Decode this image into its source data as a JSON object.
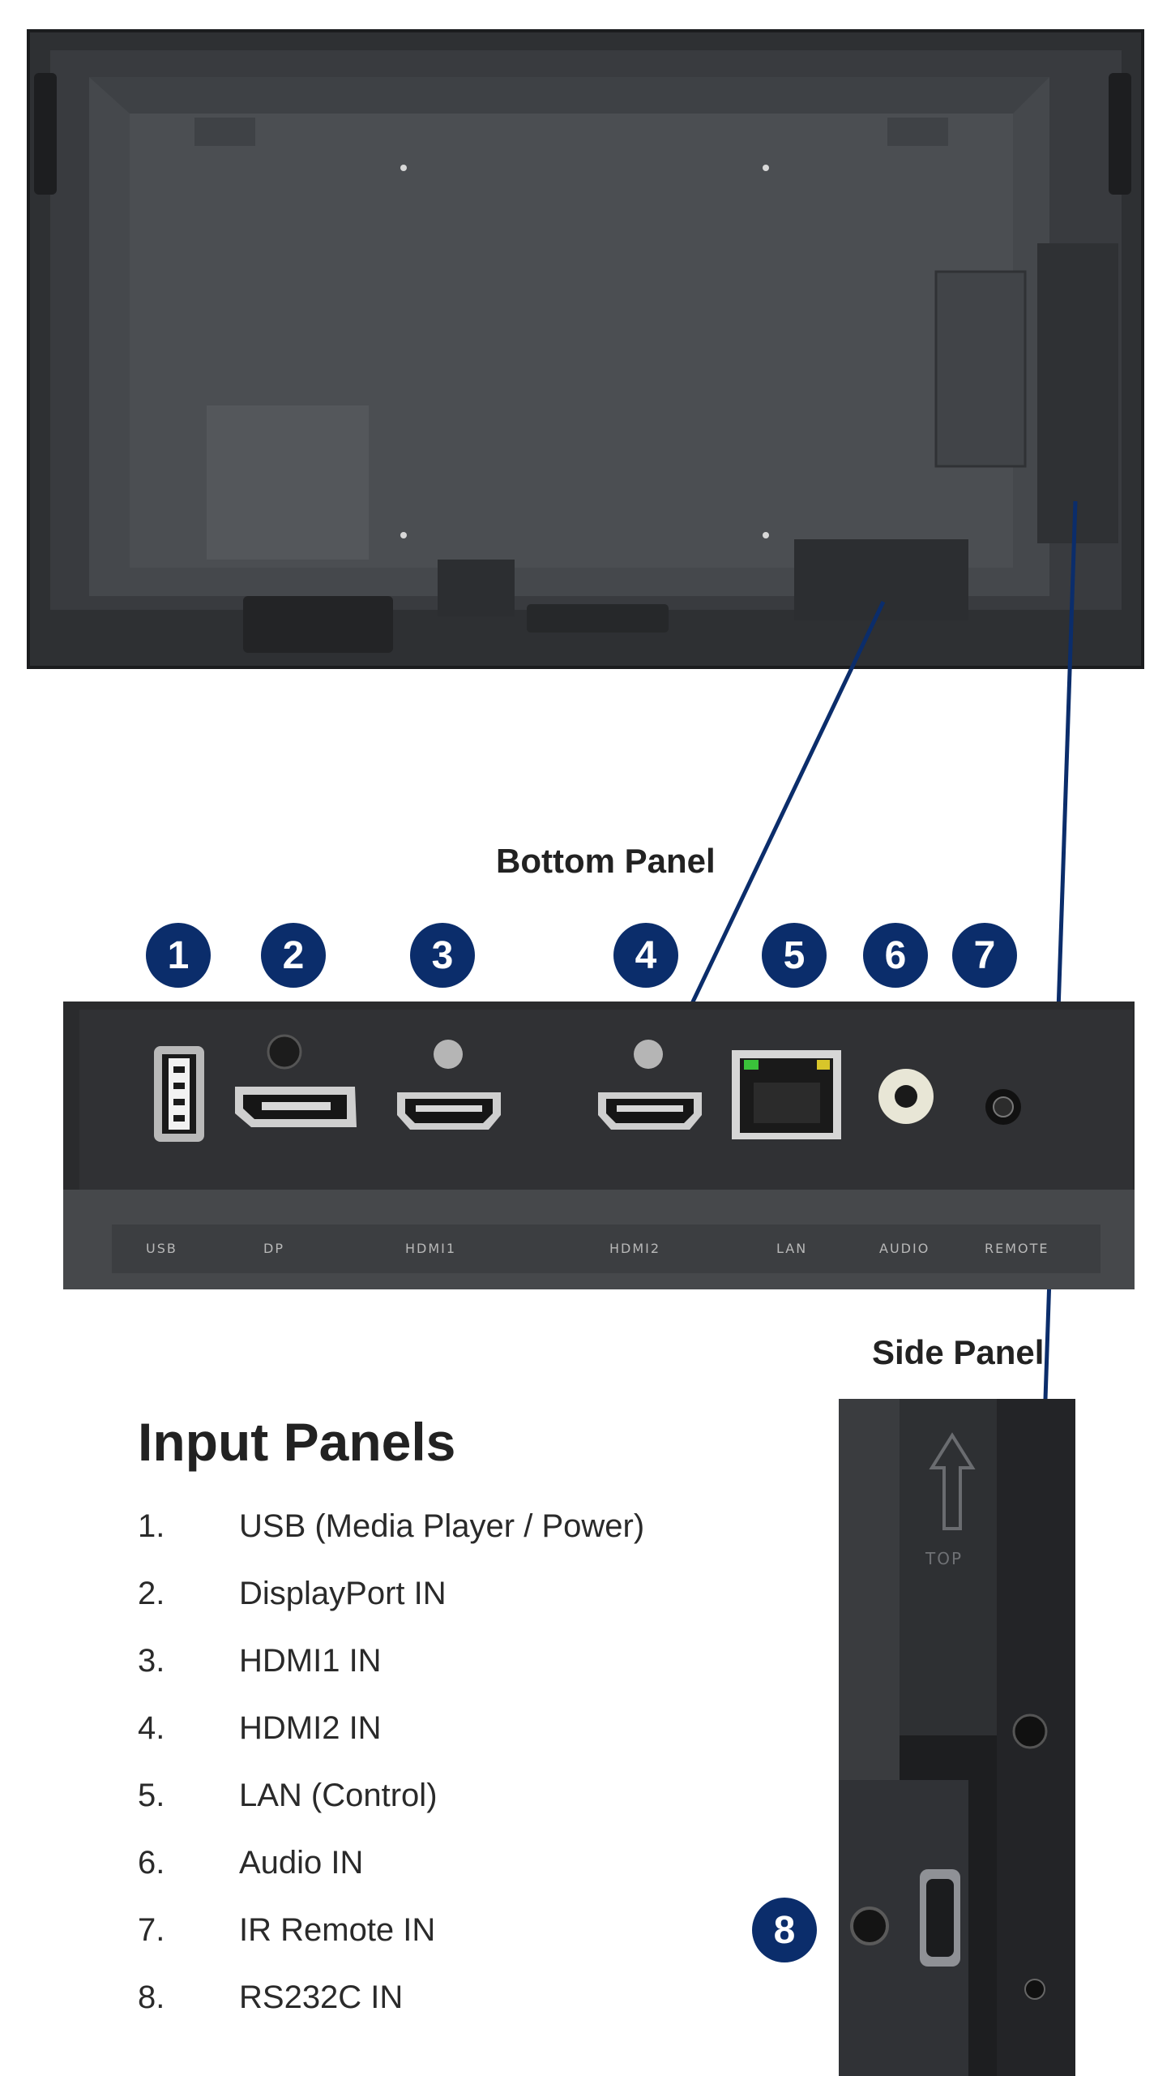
{
  "panels": {
    "bottom_label": "Bottom Panel",
    "side_label": "Side Panel"
  },
  "port_labels": [
    "USB",
    "DP",
    "HDMI1",
    "HDMI2",
    "LAN",
    "AUDIO",
    "REMOTE"
  ],
  "badges": [
    "1",
    "2",
    "3",
    "4",
    "5",
    "6",
    "7",
    "8"
  ],
  "side_panel_text": "TOP",
  "legend": {
    "title": "Input Panels",
    "items": [
      {
        "num": "1.",
        "label": "USB (Media Player / Power)"
      },
      {
        "num": "2.",
        "label": "DisplayPort IN"
      },
      {
        "num": "3.",
        "label": "HDMI1 IN"
      },
      {
        "num": "4.",
        "label": "HDMI2 IN"
      },
      {
        "num": "5.",
        "label": "LAN (Control)"
      },
      {
        "num": "6.",
        "label": "Audio IN"
      },
      {
        "num": "7.",
        "label": "IR Remote IN"
      },
      {
        "num": "8.",
        "label": "RS232C IN"
      }
    ]
  },
  "colors": {
    "badge": "#0b2d6b",
    "callout_line": "#0b2d6b",
    "monitor_body": "#3b3d40",
    "panel_dark": "#232426"
  }
}
